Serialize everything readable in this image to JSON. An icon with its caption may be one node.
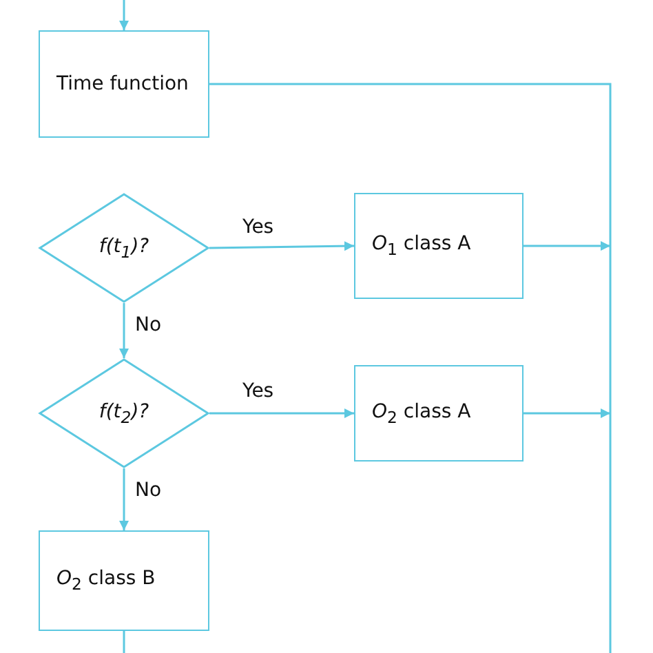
{
  "diagram": {
    "nodes": [
      {
        "text": [
          "Time function"
        ]
      },
      {
        "text": [
          "f(t$_{1}$)?"
        ]
      },
      {
        "text": [
          "*O*$_{1}$ class A"
        ]
      },
      {
        "text": [
          "f(t$_{2}$)?"
        ]
      },
      {
        "text": [
          "*O*$_{2}$ class A"
        ]
      },
      {
        "text": [
          "*O*$_{2}$ class B"
        ]
      }
    ],
    "edges": [
      {
        "from": null,
        "to": 0,
        "arrow": "to"
      },
      {
        "from": 0,
        "to": null,
        "arrow": "none"
      },
      {
        "from": 1,
        "to": 2,
        "arrow": "to",
        "label": "Yes"
      },
      {
        "from": 1,
        "to": 3,
        "arrow": "to",
        "label": "No"
      },
      {
        "from": 2,
        "to": null,
        "arrow": "to"
      },
      {
        "from": 3,
        "to": 4,
        "arrow": "to",
        "label": "Yes"
      },
      {
        "from": 3,
        "to": 5,
        "arrow": "to",
        "label": "No"
      },
      {
        "from": 4,
        "to": null,
        "arrow": "to"
      },
      {
        "from": 5,
        "to": null,
        "arrow": "none"
      }
    ]
  }
}
